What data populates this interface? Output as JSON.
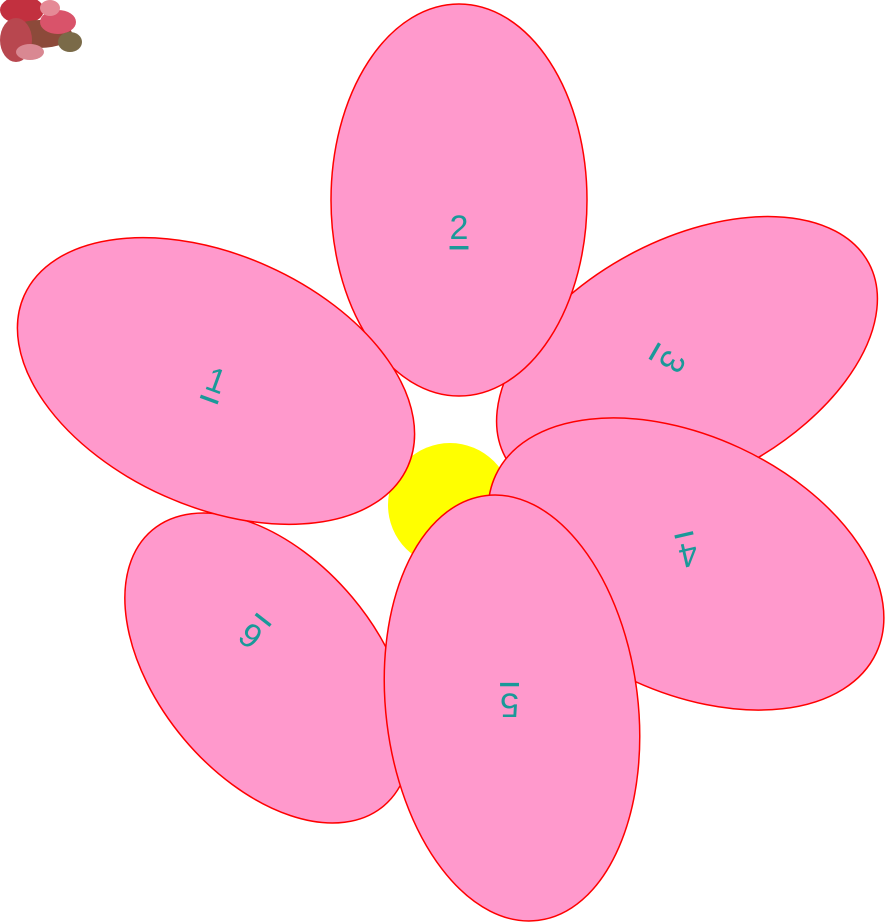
{
  "colors": {
    "petal_fill": "#ff99cc",
    "petal_stroke": "#ff0000",
    "center_fill": "#ffff00",
    "label_color": "#1a9999"
  },
  "decoration": {
    "icon": "rose-bouquet-icon"
  },
  "petals": [
    {
      "label": "1"
    },
    {
      "label": "2"
    },
    {
      "label": "3"
    },
    {
      "label": "4"
    },
    {
      "label": "5"
    },
    {
      "label": "6"
    }
  ]
}
